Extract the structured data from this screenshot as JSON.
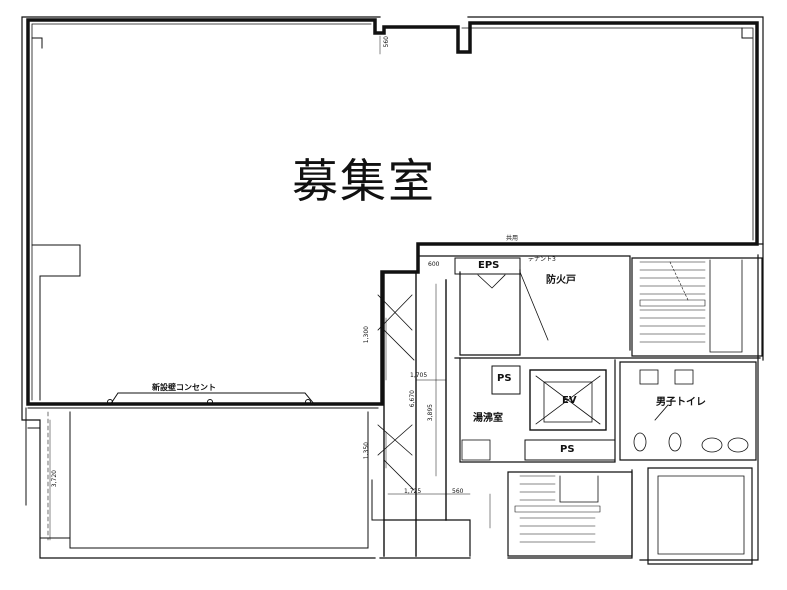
{
  "rooms": {
    "main": "募集室",
    "eps": "EPS",
    "fire_door": "防火戸",
    "ps_left": "PS",
    "ev": "EV",
    "kitchen": "湯沸室",
    "ps_bottom": "PS",
    "toilet": "男子トイレ"
  },
  "notes": {
    "outlet": "新設壁コンセント",
    "shared": "共用",
    "tenant": "テナント3"
  },
  "dimensions": {
    "d560_top": "560",
    "d600": "600",
    "d1300": "1,300",
    "d1705": "1,705",
    "d6670": "6,670",
    "d3895": "3,895",
    "d1350": "1,350",
    "d3720": "3,720",
    "d1725": "1,725",
    "d560_bottom": "560"
  }
}
